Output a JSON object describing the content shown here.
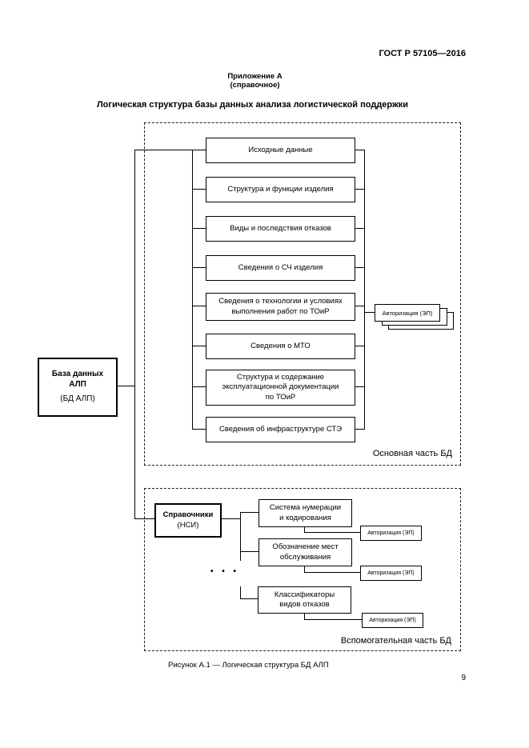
{
  "page": {
    "header": "ГОСТ Р 57105—2016",
    "annex_line1": "Приложение А",
    "annex_line2": "(справочное)",
    "title": "Логическая структура базы данных анализа логистической поддержки",
    "caption": "Рисунок А.1 — Логическая структура БД АЛП",
    "page_number": "9"
  },
  "diagram": {
    "db_box": {
      "line1": "База данных",
      "line2": "АЛП",
      "line3": "(БД АЛП)"
    },
    "main_section": {
      "label": "Основная часть БД",
      "boxes": [
        "Исходные данные",
        "Структура и функции изделия",
        "Виды и последствия отказов",
        "Сведения о СЧ изделия",
        "Сведения о технологии и условиях\nвыполнения работ по ТОиР",
        "Сведения о МТО",
        "Структура и содержание\nэксплуатационной документации\nпо ТОиР",
        "Сведения об инфраструктуре СТЭ"
      ],
      "auth_label": "Авторизация (ЭП)"
    },
    "aux_section": {
      "label": "Вспомогательная часть БД",
      "ref_box": {
        "line1": "Справочники",
        "line2": "(НСИ)"
      },
      "boxes": [
        "Система нумерации\nи кодирования",
        "Обозначение мест\nобслуживания",
        "Классификаторы\nвидов отказов"
      ],
      "auth_label": "Авторизация (ЭП)",
      "ellipsis": "• • •"
    }
  }
}
